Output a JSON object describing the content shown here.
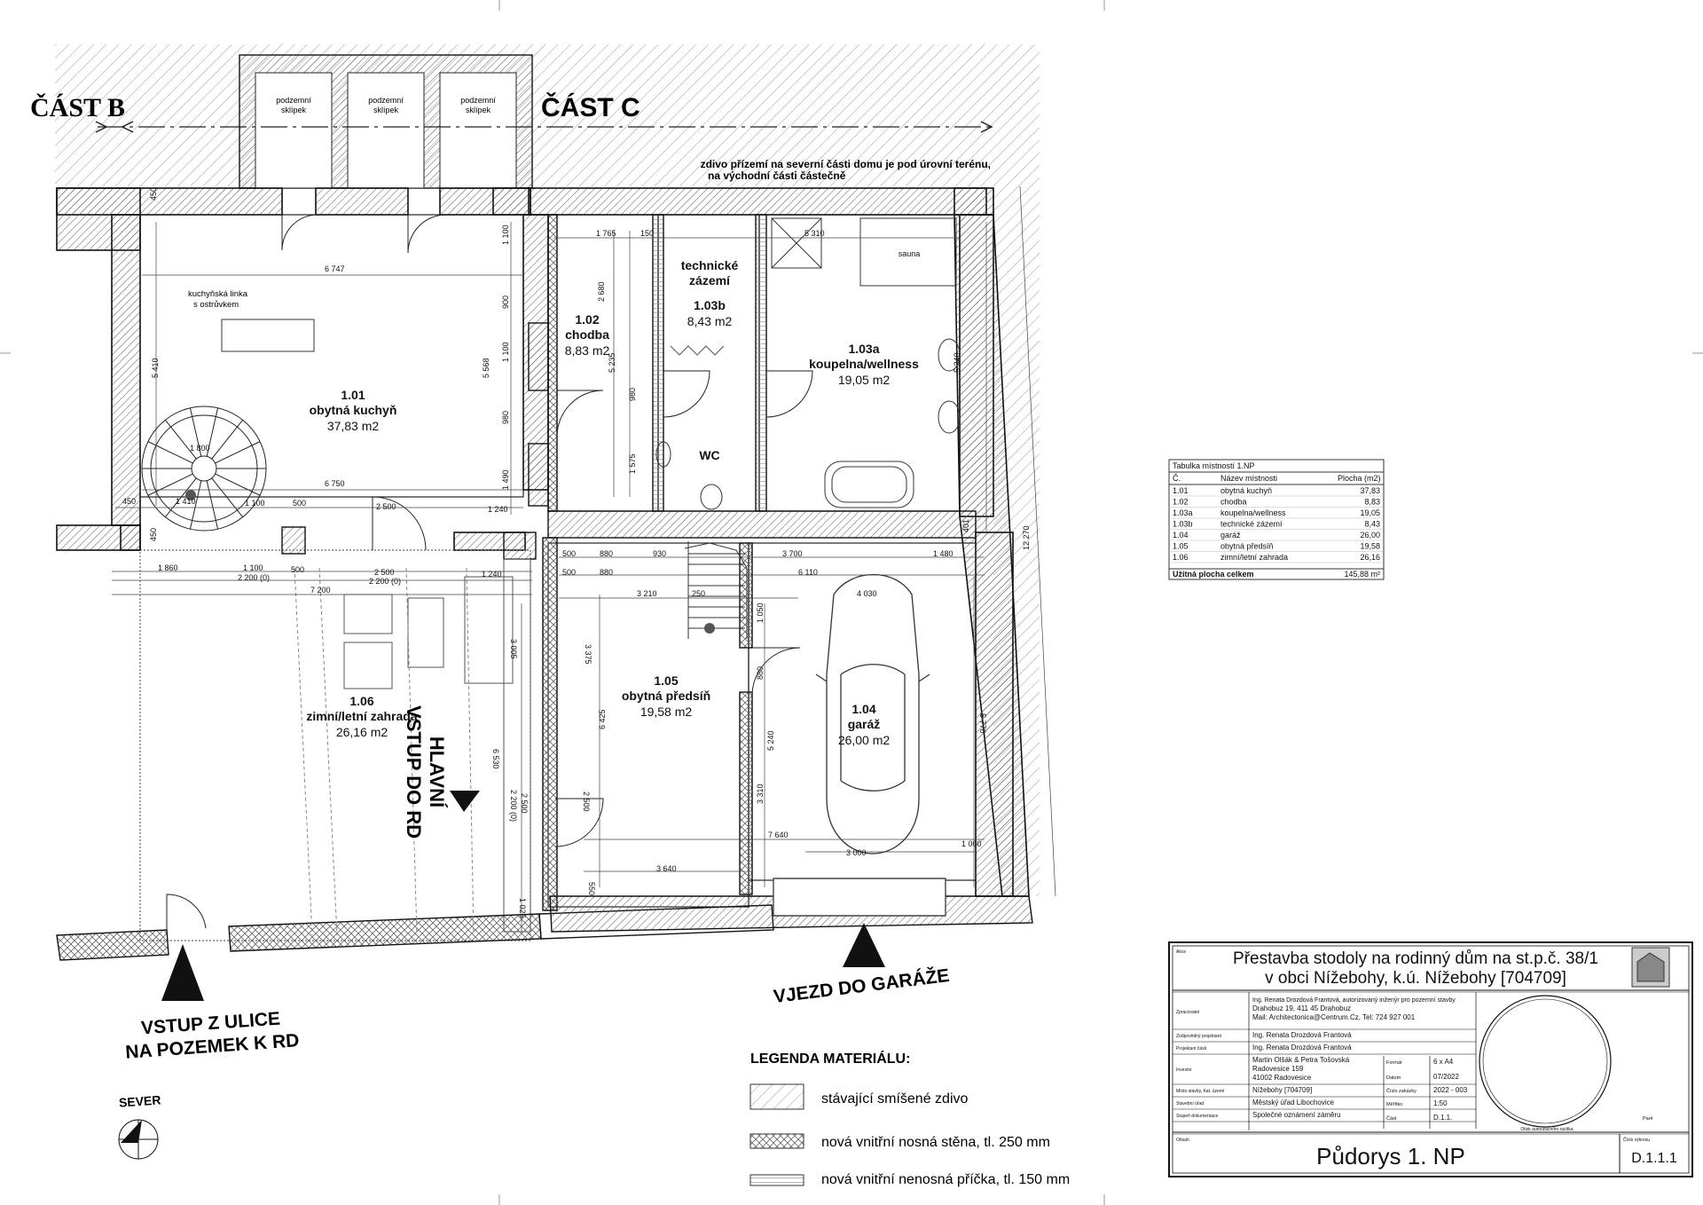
{
  "sections": {
    "b": "ČÁST B",
    "c": "ČÁST C"
  },
  "cellars": [
    "podzemní\nsklípek",
    "podzemní\nsklípek",
    "podzemní\nsklípek"
  ],
  "notes": {
    "north_wall": "zdivo přízemí na severní části domu je pod úrovní terénu,",
    "north_wall_2": "na východní části částečně",
    "kitchen_unit": "kuchyňská linka\ns ostrůvkem",
    "sauna": "sauna",
    "wc": "WC"
  },
  "rooms": [
    {
      "id": "1.01",
      "name": "obytná kuchyň",
      "area": "37,83 m2"
    },
    {
      "id": "1.02",
      "name": "chodba",
      "area": "8,83 m2"
    },
    {
      "id": "1.03b",
      "name": "technické\nzázemí",
      "area": "8,43 m2"
    },
    {
      "id": "1.03a",
      "name": "koupelna/wellness",
      "area": "19,05 m2"
    },
    {
      "id": "1.05",
      "name": "obytná předsíň",
      "area": "19,58 m2"
    },
    {
      "id": "1.04",
      "name": "garáž",
      "area": "26,00 m2"
    },
    {
      "id": "1.06",
      "name": "zimní/letní zahrada",
      "area": "26,16 m2"
    }
  ],
  "dimensions": {
    "d450a": "450",
    "d450b": "450",
    "d450c": "450",
    "d6747": "6 747",
    "d1100a": "1 100",
    "d900": "900",
    "d1100b": "1 100",
    "d980a": "980",
    "d1490": "1 490",
    "d5410": "5 410",
    "d5568": "5 568",
    "d1800": "1 800",
    "d1410": "1 410",
    "d1100c": "1 100",
    "d500a": "500",
    "d6750": "6 750",
    "d2500a": "2 500",
    "d1240a": "1 240",
    "d1765": "1 765",
    "d150": "150",
    "d2680": "2 680",
    "d5235": "5 235",
    "d980b": "980",
    "d1575": "1 575",
    "d5310": "5 310",
    "d5240a": "5 240",
    "d401": "401",
    "d12270": "12 270",
    "d1860": "1 860",
    "d1100d": "1 100",
    "d500b": "500",
    "d2500b": "2 500",
    "d1240b": "1 240",
    "d2200a": "2 200 (0)",
    "d2200b": "2 200 (0)",
    "d7200": "7 200",
    "d500c": "500",
    "d880a": "880",
    "d930": "930",
    "d3700": "3 700",
    "d1480": "1 480",
    "d500d": "500",
    "d880b": "880",
    "d6110": "6 110",
    "d3210": "3 210",
    "d250": "250",
    "d4030": "4 030",
    "d3375": "3 375",
    "d1050": "1 050",
    "d880c": "880",
    "d6425": "6 425",
    "d5240b": "5 240",
    "d5770": "5 770",
    "d3005": "3 005",
    "d6530": "6 530",
    "d2500c": "2 500",
    "d2200c": "2 200 (0)",
    "d2500d": "2 500",
    "d3310": "3 310",
    "d7640": "7 640",
    "d1000": "1 000",
    "d3000": "3 000",
    "d3640": "3 640",
    "d550": "550",
    "d1025": "1 025"
  },
  "entrances": {
    "main": "HLAVNÍ\nVSTUP DO RD",
    "street": "VSTUP Z ULICE\nNA POZEMEK K RD",
    "garage": "VJEZD DO GARÁŽE"
  },
  "north_label": "SEVER",
  "room_table": {
    "title": "Tabulka místností 1.NP",
    "headers": [
      "Č.",
      "Název místnosti",
      "Plocha (m2)"
    ],
    "rows": [
      [
        "1.01",
        "obytná kuchyň",
        "37,83"
      ],
      [
        "1.02",
        "chodba",
        "8,83"
      ],
      [
        "1.03a",
        "koupelna/wellness",
        "19,05"
      ],
      [
        "1.03b",
        "technické zázemí",
        "8,43"
      ],
      [
        "1.04",
        "garáž",
        "26,00"
      ],
      [
        "1.05",
        "obytná předsíň",
        "19,58"
      ],
      [
        "1.06",
        "zimní/letní zahrada",
        "26,16"
      ]
    ],
    "total_label": "Užitná plocha celkem",
    "total_value": "145,88 m²"
  },
  "legend": {
    "title": "LEGENDA MATERIÁLU:",
    "items": [
      "stávající smíšené zdivo",
      "nová vnitřní nosná stěna, tl. 250 mm",
      "nová vnitřní nenosná příčka, tl. 150 mm"
    ]
  },
  "title_block": {
    "akce_label": "Akce",
    "akce_line1": "Přestavba stodoly na rodinný dům na st.p.č. 38/1",
    "akce_line2": "v obci Nížebohy, k.ú. Nížebohy [704709]",
    "rows": [
      {
        "label": "Zpracovatel",
        "value": "Ing. Renata Drozdová Frantová, autorizovaný inženýr pro pozemní stavby\nDrahobuz 19, 411 45 Drahobuz\nMail: Architectonica@Centrum.Cz, Tel: 724 927 001"
      },
      {
        "label": "Zodpovědný projektant",
        "value": "Ing. Renata Drozdová Frantová"
      },
      {
        "label": "Projektant části",
        "value": "Ing. Renata Drozdová Frantová"
      },
      {
        "label": "Investor",
        "value": "Martin Olšák & Petra Tošovská\nRadovesice 159\n41002 Radovesice"
      },
      {
        "label": "Místo stavby, Kat. území",
        "value": "Nížebohy [704709]"
      },
      {
        "label": "Stavební úřad",
        "value": "Městský úřad Libochovice"
      },
      {
        "label": "Stupeň dokumentace",
        "value": "Společné oznámení záměru"
      }
    ],
    "format_label": "Formát",
    "format_value": "6 x A4",
    "date_label": "Datum",
    "date_value": "07/2022",
    "order_label": "Číslo zakázky",
    "order_value": "2022 - 003",
    "scale_label": "Měřítko",
    "scale_value": "1:50",
    "part_label": "Část",
    "part_value": "D.1.1.",
    "pare_label": "Paré",
    "stamp_label": "Otisk autorizačního razítka",
    "content_label": "Obsah",
    "content_value": "Půdorys 1. NP",
    "drawing_no_label": "Číslo výkresu",
    "drawing_no_value": "D.1.1.1"
  }
}
